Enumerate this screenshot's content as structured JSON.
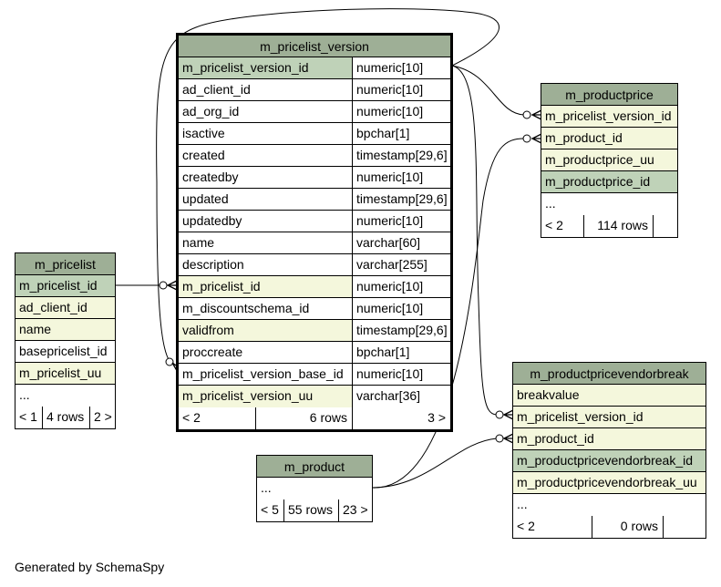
{
  "footer": "Generated by SchemaSpy",
  "tables": {
    "pricelist_version": {
      "name": "m_pricelist_version",
      "columns": [
        {
          "name": "m_pricelist_version_id",
          "type": "numeric[10]"
        },
        {
          "name": "ad_client_id",
          "type": "numeric[10]"
        },
        {
          "name": "ad_org_id",
          "type": "numeric[10]"
        },
        {
          "name": "isactive",
          "type": "bpchar[1]"
        },
        {
          "name": "created",
          "type": "timestamp[29,6]"
        },
        {
          "name": "createdby",
          "type": "numeric[10]"
        },
        {
          "name": "updated",
          "type": "timestamp[29,6]"
        },
        {
          "name": "updatedby",
          "type": "numeric[10]"
        },
        {
          "name": "name",
          "type": "varchar[60]"
        },
        {
          "name": "description",
          "type": "varchar[255]"
        },
        {
          "name": "m_pricelist_id",
          "type": "numeric[10]"
        },
        {
          "name": "m_discountschema_id",
          "type": "numeric[10]"
        },
        {
          "name": "validfrom",
          "type": "timestamp[29,6]"
        },
        {
          "name": "proccreate",
          "type": "bpchar[1]"
        },
        {
          "name": "m_pricelist_version_base_id",
          "type": "numeric[10]"
        },
        {
          "name": "m_pricelist_version_uu",
          "type": "varchar[36]"
        }
      ],
      "footer": {
        "parents": "< 2",
        "rows": "6 rows",
        "children": "3 >"
      }
    },
    "pricelist": {
      "name": "m_pricelist",
      "columns": [
        "m_pricelist_id",
        "ad_client_id",
        "name",
        "basepricelist_id",
        "m_pricelist_uu",
        "..."
      ],
      "footer": {
        "parents": "< 1",
        "rows": "4 rows",
        "children": "2 >"
      }
    },
    "productprice": {
      "name": "m_productprice",
      "columns": [
        "m_pricelist_version_id",
        "m_product_id",
        "m_productprice_uu",
        "m_productprice_id",
        "..."
      ],
      "footer": {
        "parents": "< 2",
        "rows": "114 rows",
        "children": ""
      }
    },
    "product": {
      "name": "m_product",
      "columns": [
        "..."
      ],
      "footer": {
        "parents": "< 5",
        "rows": "55 rows",
        "children": "23 >"
      }
    },
    "vendorbreak": {
      "name": "m_productpricevendorbreak",
      "columns": [
        "breakvalue",
        "m_pricelist_version_id",
        "m_product_id",
        "m_productpricevendorbreak_id",
        "m_productpricevendorbreak_uu",
        "..."
      ],
      "footer": {
        "parents": "< 2",
        "rows": "0 rows",
        "children": ""
      }
    }
  }
}
